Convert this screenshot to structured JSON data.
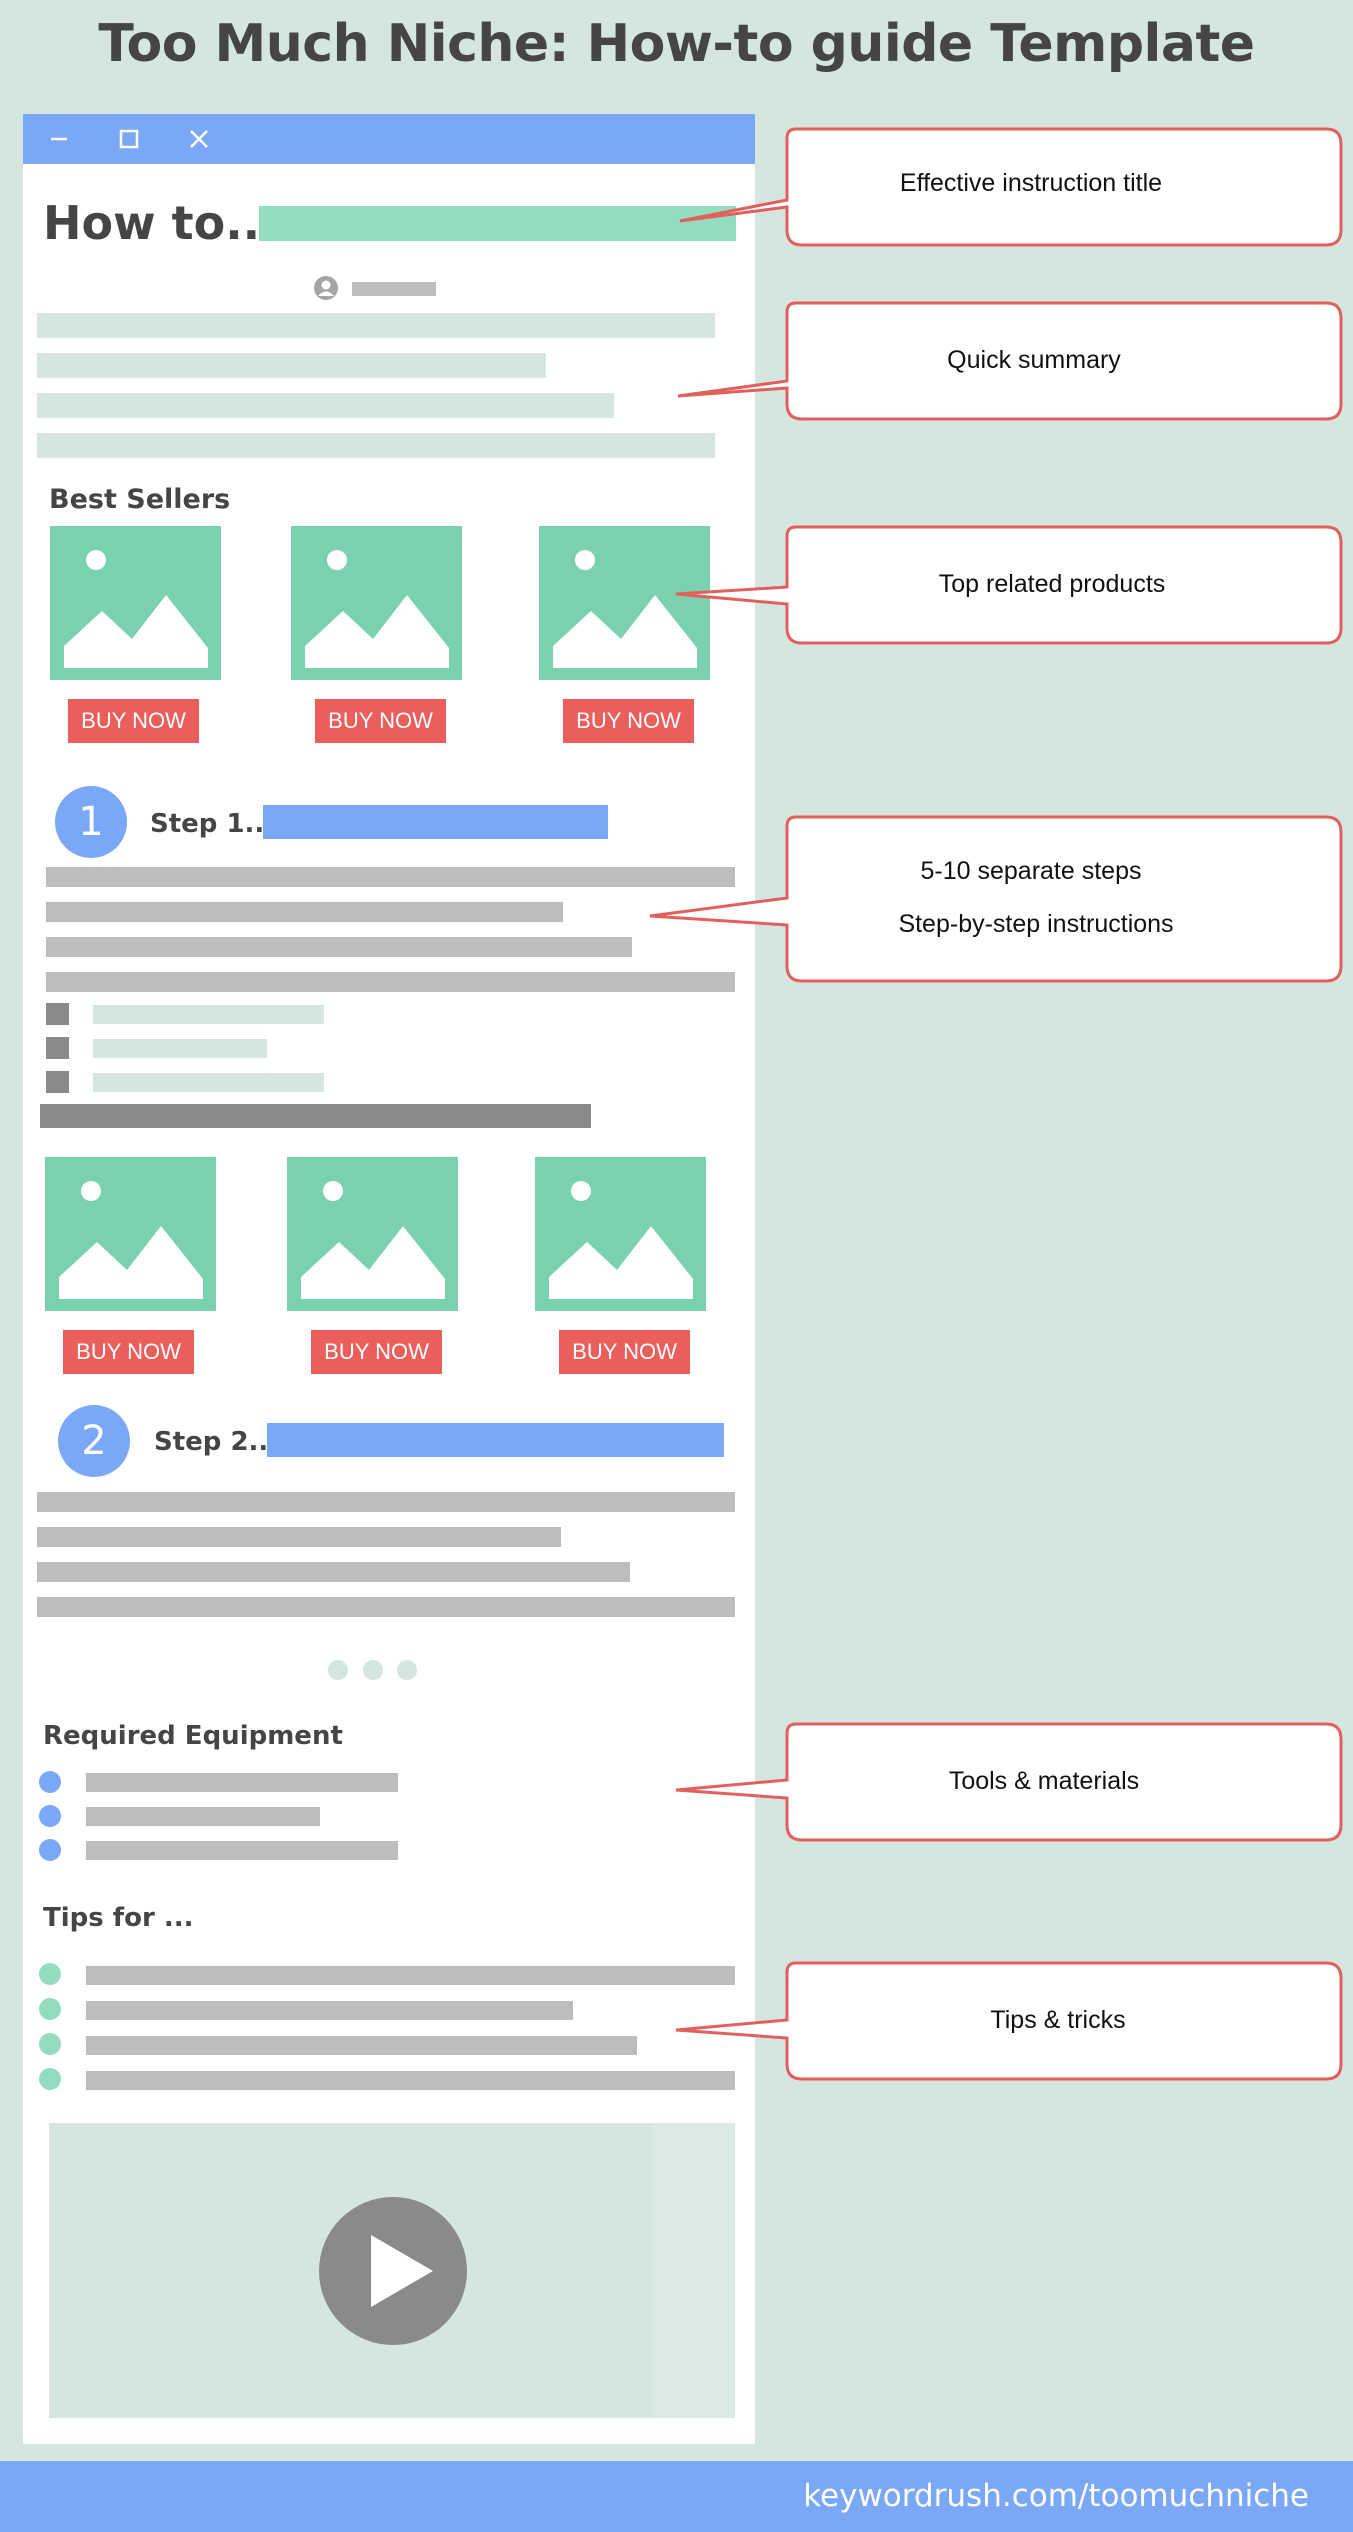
{
  "page": {
    "title": "Too Much Niche: How-to guide Template",
    "footer_url": "keywordrush.com/toomuchniche"
  },
  "window": {
    "controls": [
      "minimize-icon",
      "maximize-icon",
      "close-icon"
    ]
  },
  "guide": {
    "title_prefix": "How to...",
    "best_sellers_heading": "Best Sellers",
    "buy_label": "BUY NOW",
    "steps": [
      {
        "number": "1",
        "label": "Step 1..."
      },
      {
        "number": "2",
        "label": "Step 2..."
      }
    ],
    "equipment_heading": "Required Equipment",
    "tips_heading": "Tips for ..."
  },
  "callouts": {
    "title": "Effective instruction title",
    "summary": "Quick summary",
    "products": "Top related products",
    "steps_line1": "5-10 separate steps",
    "steps_line2": "Step-by-step instructions",
    "tools": "Tools & materials",
    "tips": "Tips & tricks"
  },
  "colors": {
    "background": "#d4e6df",
    "accent_blue": "#7ba7f7",
    "image_green": "#79d1ae",
    "buy_red": "#ea5f5c",
    "callout_border": "#e2605c"
  }
}
